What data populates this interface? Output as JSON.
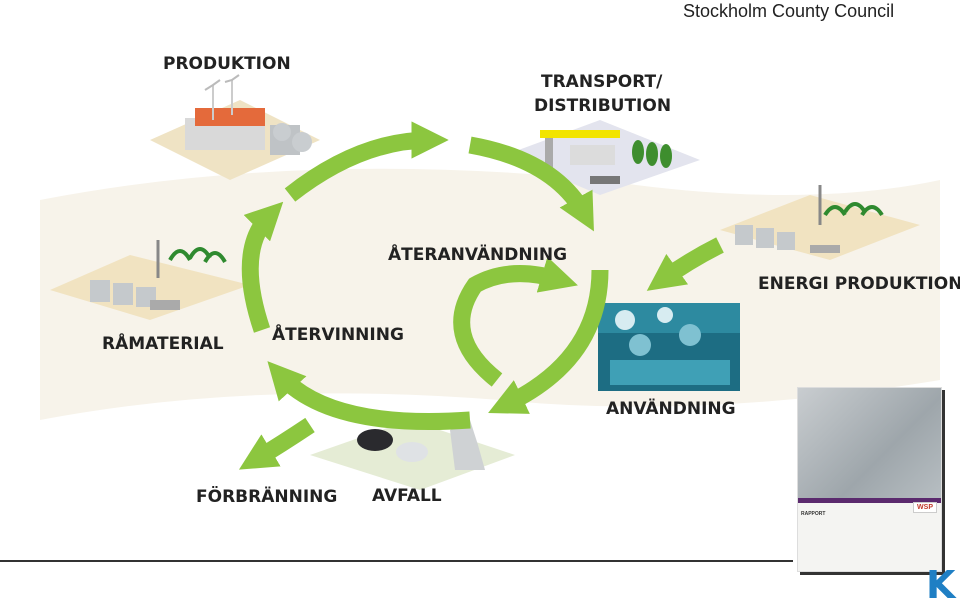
{
  "header": {
    "organization": "Stockholm County Council"
  },
  "diagram": {
    "nodes": {
      "produktion": "PRODUKTION",
      "transport_line1": "TRANSPORT/",
      "transport_line2": "DISTRIBUTION",
      "ateranvandning": "ÅTERANVÄNDNING",
      "energi": "ENERGI PRODUKTION",
      "ramaterial": "RÅMATERIAL",
      "atervinning": "ÅTERVINNING",
      "anvandning": "ANVÄNDNING",
      "forbranning": "FÖRBRÄNNING",
      "avfall": "AVFALL"
    },
    "colors": {
      "arrow_green": "#8cc63f",
      "ground": "#f3ead2",
      "report_accent": "#5b2a6e",
      "logo_blue": "#1f7fc4"
    }
  },
  "report": {
    "kicker": "RAPPORT",
    "logo": "WSP"
  },
  "footer_logo": "K"
}
